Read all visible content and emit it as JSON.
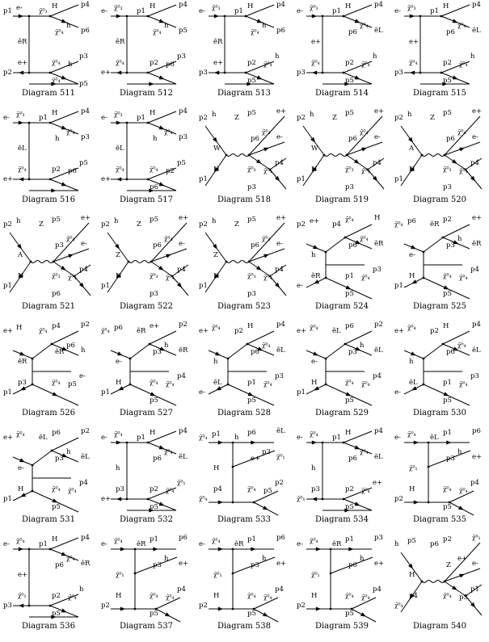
{
  "diagrams": [
    {
      "caption": "Diagram 511",
      "labels": [
        "p1",
        "e-",
        "H",
        "p4",
        "χ̃⁰₃",
        "h",
        "χ̃⁰₄",
        "p6",
        "ẽR",
        "e+",
        "p3",
        "p2",
        "χ̃⁰₄",
        "h",
        "χ̃⁰₄",
        "p5"
      ]
    },
    {
      "caption": "Diagram 512",
      "labels": [
        "e-",
        "χ̃⁰₃",
        "H",
        "p4",
        "p1",
        "h",
        "χ̃⁰₄",
        "p5",
        "ẽR",
        "χ̃⁰₄",
        "p3",
        "e+",
        "p2",
        "p6"
      ]
    },
    {
      "caption": "Diagram 513",
      "labels": [
        "e-",
        "χ̃⁰₃",
        "H",
        "p4",
        "p1",
        "h",
        "χ̃⁰₄",
        "p6",
        "ẽR",
        "e+",
        "h",
        "p3",
        "p2",
        "χ̃⁰₄",
        "p5"
      ]
    },
    {
      "caption": "Diagram 514",
      "labels": [
        "e-",
        "χ̃⁰₃",
        "H",
        "p4",
        "p1",
        "χ̃⁰₄",
        "p6",
        "ẽL",
        "e+",
        "χ̃⁰₄",
        "h",
        "p3",
        "p2",
        "χ̃⁰₄",
        "p5"
      ]
    },
    {
      "caption": "Diagram 515",
      "labels": [
        "e-",
        "χ̃⁰₃",
        "H",
        "p4",
        "p1",
        "χ̃⁰₄",
        "p6",
        "ẽL",
        "e+",
        "χ̃⁰₄",
        "h",
        "p3",
        "p2",
        "χ̃⁰₄",
        "p5"
      ]
    },
    {
      "caption": "Diagram 516",
      "labels": [
        "e-",
        "χ̃⁰₃",
        "H",
        "p4",
        "p1",
        "χ̃⁰₄",
        "h",
        "p3",
        "ẽL",
        "χ̃⁰₄",
        "p5",
        "e+",
        "p2",
        "p6"
      ]
    },
    {
      "caption": "Diagram 517",
      "labels": [
        "e-",
        "χ̃⁰₃",
        "H",
        "p4",
        "p1",
        "χ̃⁰₄",
        "h",
        "p3",
        "ẽL",
        "χ̃⁰₄",
        "p5",
        "e+",
        "χ̃⁰₄",
        "p2",
        "p6"
      ]
    },
    {
      "caption": "Diagram 518",
      "labels": [
        "p2",
        "h",
        "p5",
        "e+",
        "Z",
        "χ̃⁰₄",
        "p6",
        "e-",
        "W",
        "H",
        "p4",
        "p1",
        "χ̃⁰₃",
        "χ̃⁰₄",
        "p3"
      ]
    },
    {
      "caption": "Diagram 519",
      "labels": [
        "p2",
        "h",
        "p5",
        "e+",
        "Z",
        "χ̃⁰₄",
        "p6",
        "e-",
        "W",
        "H",
        "p4",
        "p1",
        "χ̃⁰₃",
        "χ̃⁰₄",
        "p3"
      ]
    },
    {
      "caption": "Diagram 520",
      "labels": [
        "p2",
        "h",
        "p5",
        "e+",
        "Z",
        "χ̃⁰₄",
        "p6",
        "e-",
        "A",
        "H",
        "p4",
        "p1",
        "χ̃⁰₃",
        "χ̃⁰₄",
        "p3"
      ]
    },
    {
      "caption": "Diagram 521",
      "labels": [
        "p2",
        "h",
        "p5",
        "e+",
        "Z",
        "χ̃⁰₄",
        "p3",
        "e-",
        "A",
        "H",
        "p4",
        "p1",
        "χ̃⁰₃",
        "χ̃⁰₄",
        "p6"
      ]
    },
    {
      "caption": "Diagram 522",
      "labels": [
        "p2",
        "h",
        "p5",
        "e+",
        "Z",
        "χ̃⁰₄",
        "p6",
        "e-",
        "Z",
        "H",
        "p4",
        "p1",
        "χ̃⁰₃",
        "χ̃⁰₄",
        "p3"
      ]
    },
    {
      "caption": "Diagram 523",
      "labels": [
        "p2",
        "h",
        "p5",
        "e+",
        "Z",
        "χ̃⁰₄",
        "p6",
        "e-",
        "Z",
        "H",
        "p4",
        "p1",
        "χ̃⁰₃",
        "χ̃⁰₄",
        "p3"
      ]
    },
    {
      "caption": "Diagram 524",
      "labels": [
        "p2",
        "e+",
        "χ̃⁰₄",
        "H",
        "p4",
        "χ̃⁰₄",
        "p6",
        "ẽR",
        "h",
        "ẽR",
        "p3",
        "e-",
        "p1",
        "χ̃⁰₄",
        "p5"
      ]
    },
    {
      "caption": "Diagram 525",
      "labels": [
        "χ̃⁰₄",
        "p6",
        "p2",
        "e+",
        "ẽR",
        "h",
        "p3",
        "ẽR",
        "e-",
        "H",
        "p4",
        "p1",
        "χ̃⁰₄",
        "χ̃⁰₄",
        "p5"
      ]
    },
    {
      "caption": "Diagram 526",
      "labels": [
        "e+",
        "H",
        "p4",
        "p2",
        "χ̃⁰₄",
        "p6",
        "ẽR",
        "h",
        "ẽR",
        "p3",
        "e-",
        "p1",
        "χ̃⁰₄",
        "p5"
      ]
    },
    {
      "caption": "Diagram 527",
      "labels": [
        "χ̃⁰₄",
        "p6",
        "e+",
        "p2",
        "ẽR",
        "h",
        "p3",
        "ẽR",
        "e-",
        "H",
        "p4",
        "p1",
        "χ̃⁰₄",
        "χ̃⁰₄",
        "p5"
      ]
    },
    {
      "caption": "Diagram 528",
      "labels": [
        "e+",
        "χ̃⁰₄",
        "H",
        "p4",
        "p2",
        "χ̃⁰₄",
        "p6",
        "ẽL",
        "h",
        "ẽL",
        "p3",
        "e-",
        "p1",
        "χ̃⁰₄",
        "p5"
      ]
    },
    {
      "caption": "Diagram 529",
      "labels": [
        "e+",
        "χ̃⁰₄",
        "p6",
        "p2",
        "ẽL",
        "h",
        "p3",
        "ẽL",
        "e-",
        "H",
        "p4",
        "p1",
        "χ̃⁰₄",
        "χ̃⁰₄",
        "p5"
      ]
    },
    {
      "caption": "Diagram 530",
      "labels": [
        "e+",
        "χ̃⁰₄",
        "H",
        "p4",
        "p2",
        "χ̃⁰₄",
        "p6",
        "ẽL",
        "h",
        "ẽL",
        "p3",
        "e-",
        "p1",
        "χ̃⁰₄",
        "p5"
      ]
    },
    {
      "caption": "Diagram 531",
      "labels": [
        "e+",
        "χ̃⁰₄",
        "p6",
        "p2",
        "ẽL",
        "h",
        "p3",
        "ẽL",
        "e-",
        "H",
        "p4",
        "p1",
        "χ̃⁰₄",
        "χ̃⁰₄",
        "p5"
      ]
    },
    {
      "caption": "Diagram 532",
      "labels": [
        "e-",
        "χ̃⁰₄",
        "H",
        "p4",
        "p1",
        "χ̃⁰₄",
        "p6",
        "ẽL",
        "h",
        "p3",
        "χ̃⁰₁",
        "e+",
        "p2",
        "χ̃⁰₄",
        "p5"
      ]
    },
    {
      "caption": "Diagram 533",
      "labels": [
        "χ̃⁰₄",
        "p1",
        "p6",
        "ẽL",
        "h",
        "p3",
        "e+",
        "χ̃⁰₁",
        "H",
        "p4",
        "p2",
        "χ̃⁰₄",
        "χ̃⁰₄",
        "p5"
      ]
    },
    {
      "caption": "Diagram 534",
      "labels": [
        "e-",
        "χ̃⁰₄",
        "H",
        "p4",
        "p1",
        "χ̃⁰₄",
        "p6",
        "ẽL",
        "h",
        "p3",
        "e+",
        "χ̃⁰₁",
        "p2",
        "χ̃⁰₄",
        "p5"
      ]
    },
    {
      "caption": "Diagram 535",
      "labels": [
        "e-",
        "χ̃⁰₄",
        "p1",
        "p6",
        "ẽL",
        "h",
        "p3",
        "e+",
        "χ̃⁰₁",
        "H",
        "p4",
        "p2",
        "χ̃⁰₄",
        "χ̃⁰₄",
        "p5"
      ]
    },
    {
      "caption": "Diagram 536",
      "labels": [
        "e-",
        "χ̃⁰₄",
        "H",
        "p4",
        "p1",
        "χ̃⁰₄",
        "p6",
        "ẽR",
        "e+",
        "χ̃⁰₁",
        "h",
        "p3",
        "p2",
        "χ̃⁰₄",
        "p5"
      ]
    },
    {
      "caption": "Diagram 537",
      "labels": [
        "e-",
        "χ̃⁰₄",
        "p1",
        "p6",
        "ẽR",
        "h",
        "p3",
        "e+",
        "χ̃⁰₁",
        "H",
        "p4",
        "p2",
        "χ̃⁰₄",
        "χ̃⁰₄",
        "p5"
      ]
    },
    {
      "caption": "Diagram 538",
      "labels": [
        "e-",
        "χ̃⁰₄",
        "p1",
        "p6",
        "ẽR",
        "h",
        "p3",
        "e+",
        "χ̃⁰₁",
        "H",
        "p4",
        "p2",
        "χ̃⁰₄",
        "χ̃⁰₄",
        "p5"
      ]
    },
    {
      "caption": "Diagram 539",
      "labels": [
        "e-",
        "χ̃⁰₄",
        "p1",
        "p3",
        "ẽR",
        "h",
        "p6",
        "e+",
        "χ̃⁰₁",
        "H",
        "p4",
        "p2",
        "χ̃⁰₄",
        "χ̃⁰₄",
        "p5"
      ]
    },
    {
      "caption": "Diagram 540",
      "labels": [
        "h",
        "p5",
        "p2",
        "χ̃⁰₁",
        "p6",
        "e+",
        "Z",
        "e-",
        "H",
        "p4",
        "p1",
        "χ̃⁰₄",
        "χ̃⁰₄",
        "p3"
      ]
    }
  ]
}
